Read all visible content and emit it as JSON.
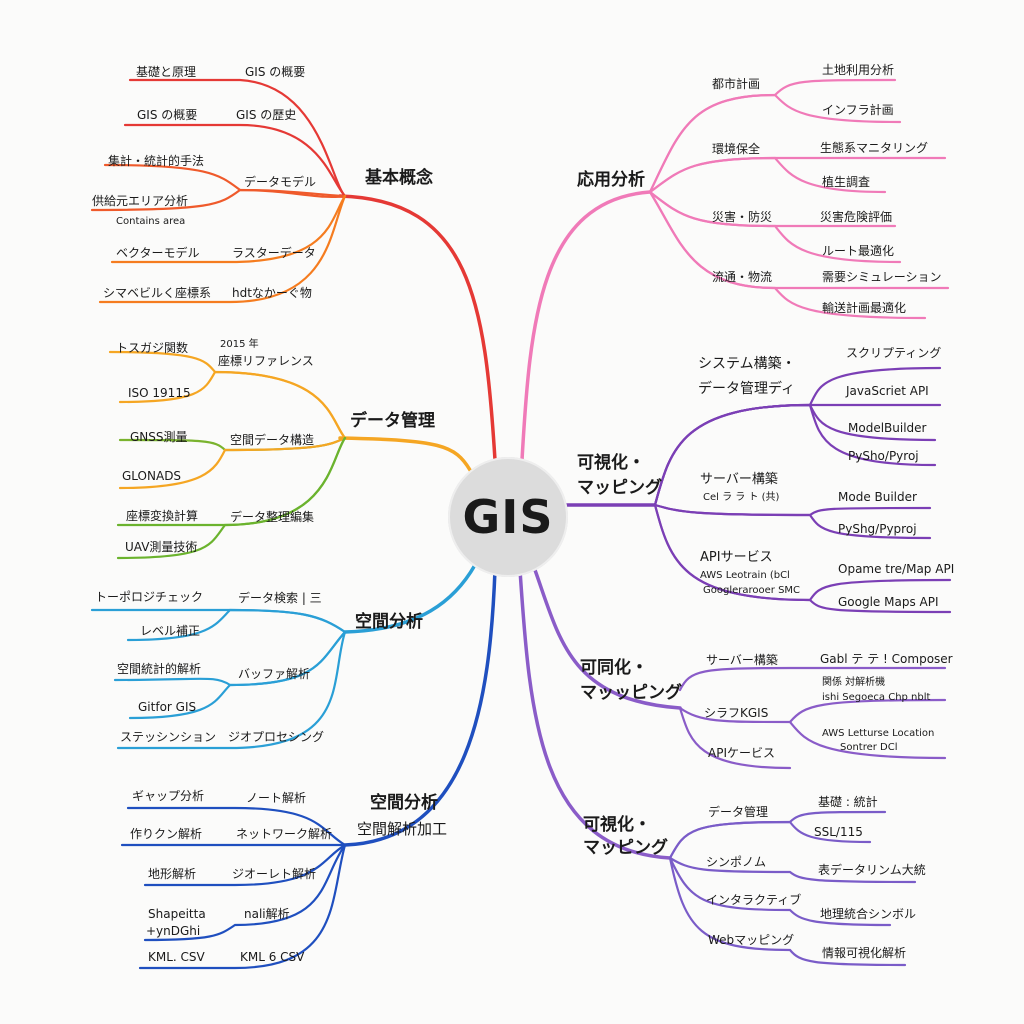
{
  "center": {
    "label": "GIS"
  },
  "colors": {
    "red": "#e53935",
    "orange": "#f39c12",
    "orange2": "#f57c1f",
    "yellow": "#f5a623",
    "green": "#6bb32e",
    "teal": "#2a9fd6",
    "blue": "#1f4fbf",
    "pink": "#f07ab8",
    "purple": "#7b3fb5",
    "violet": "#8a5cc8"
  },
  "b1": {
    "title": "基本概念",
    "c1": "GIS の概要",
    "c2": "GIS の歴史",
    "c3": "データモデル",
    "c4": "ラスターデータ",
    "c5": "hdtなかーぐ物",
    "l1": "基礎と原理",
    "l2": "GIS の概要",
    "l3": "集計・統計的手法",
    "l4": "供給元エリア分析",
    "l4b": "Contains area",
    "l5": "ベクターモデル",
    "l6": "シマベビルく座標系"
  },
  "b2": {
    "title": "データ管理",
    "c1a": "2015 年",
    "c1b": "座標リファレンス",
    "c2": "空間データ構造",
    "c3": "データ整理編集",
    "l1": "トスガジ関数",
    "l2": "ISO 19115",
    "l3": "GNSS測量",
    "l4": "GLONADS",
    "l5": "座標変換計算",
    "l6": "UAV測量技術"
  },
  "b3": {
    "title": "空間分析",
    "c1": "データ検索 | 三",
    "c2": "バッファ解析",
    "c3": "ジオプロセシング",
    "l1": "トーポロジチェック",
    "l2": "レベル補正",
    "l3": "空間統計的解析",
    "l4": "Gitfor GIS",
    "l5": "ステッシンション"
  },
  "b4": {
    "title1": "空間分析",
    "title2": "空間解析加工",
    "c1": "ノート解析",
    "c2": "ネットワーク解析",
    "c3": "ジオーレト解析",
    "c4": "nali解析",
    "c5": "KML 6 CSV",
    "l1": "ギャップ分析",
    "l2": "作りクン解析",
    "l3": "地形解析",
    "l4a": "Shapeitta",
    "l4b": "+ynDGhi",
    "l5": "KML. CSV"
  },
  "b5": {
    "title": "応用分析",
    "c1": "都市計画",
    "c2": "環境保全",
    "c3": "災害・防災",
    "c4": "流通・物流",
    "l1": "土地利用分析",
    "l2": "インフラ計画",
    "l3": "生態系マニタリング",
    "l4": "植生調査",
    "l5": "災害危険評価",
    "l6": "ルート最適化",
    "l7": "需要シミュレーション",
    "l8": "輸送計画最適化"
  },
  "b6": {
    "title1": "可視化・",
    "title2": "マッピング",
    "c1a": "システム構築・",
    "c1b": "データ管理ディ",
    "c2a": "サーバー構築",
    "c2b": "Cel ラ ラ ト (共)",
    "c3a": "APIサービス",
    "c3b": "AWS Leotrain (bCl",
    "c3c": "Googlerarooer SMC",
    "l1": "スクリプティング",
    "l2": "JavaScriet API",
    "l3": "ModelBuilder",
    "l4": "PySho/Pyroj",
    "l5": "Mode Builder",
    "l6": "PyShg/Pyproj",
    "l7": "Opame tre/Map API",
    "l8": "Google Maps API"
  },
  "b7": {
    "title1": "可同化・",
    "title2": "マッッピング",
    "c1": "サーバー構築",
    "c2": "シラフKGIS",
    "c3": "APIケービス",
    "l1": "Gabl テ テ ! Composer",
    "l2a": "関係 対解析機",
    "l2b": "ishi Segoeca Chp nblt",
    "l3a": "AWS Letturse Location",
    "l3b": "Sontrer DCl"
  },
  "b8": {
    "title1": "可視化・",
    "title2": "マッピング",
    "c1": "データ管理",
    "c2": "シンポノム",
    "c3": "インタラクティブ",
    "c4": "Webマッピング",
    "l1": "基礎 : 統計",
    "l2": "SSL/115",
    "l3": "表データリンム大統",
    "l4": "地理統合シンボル",
    "l5": "情報可視化解析"
  }
}
